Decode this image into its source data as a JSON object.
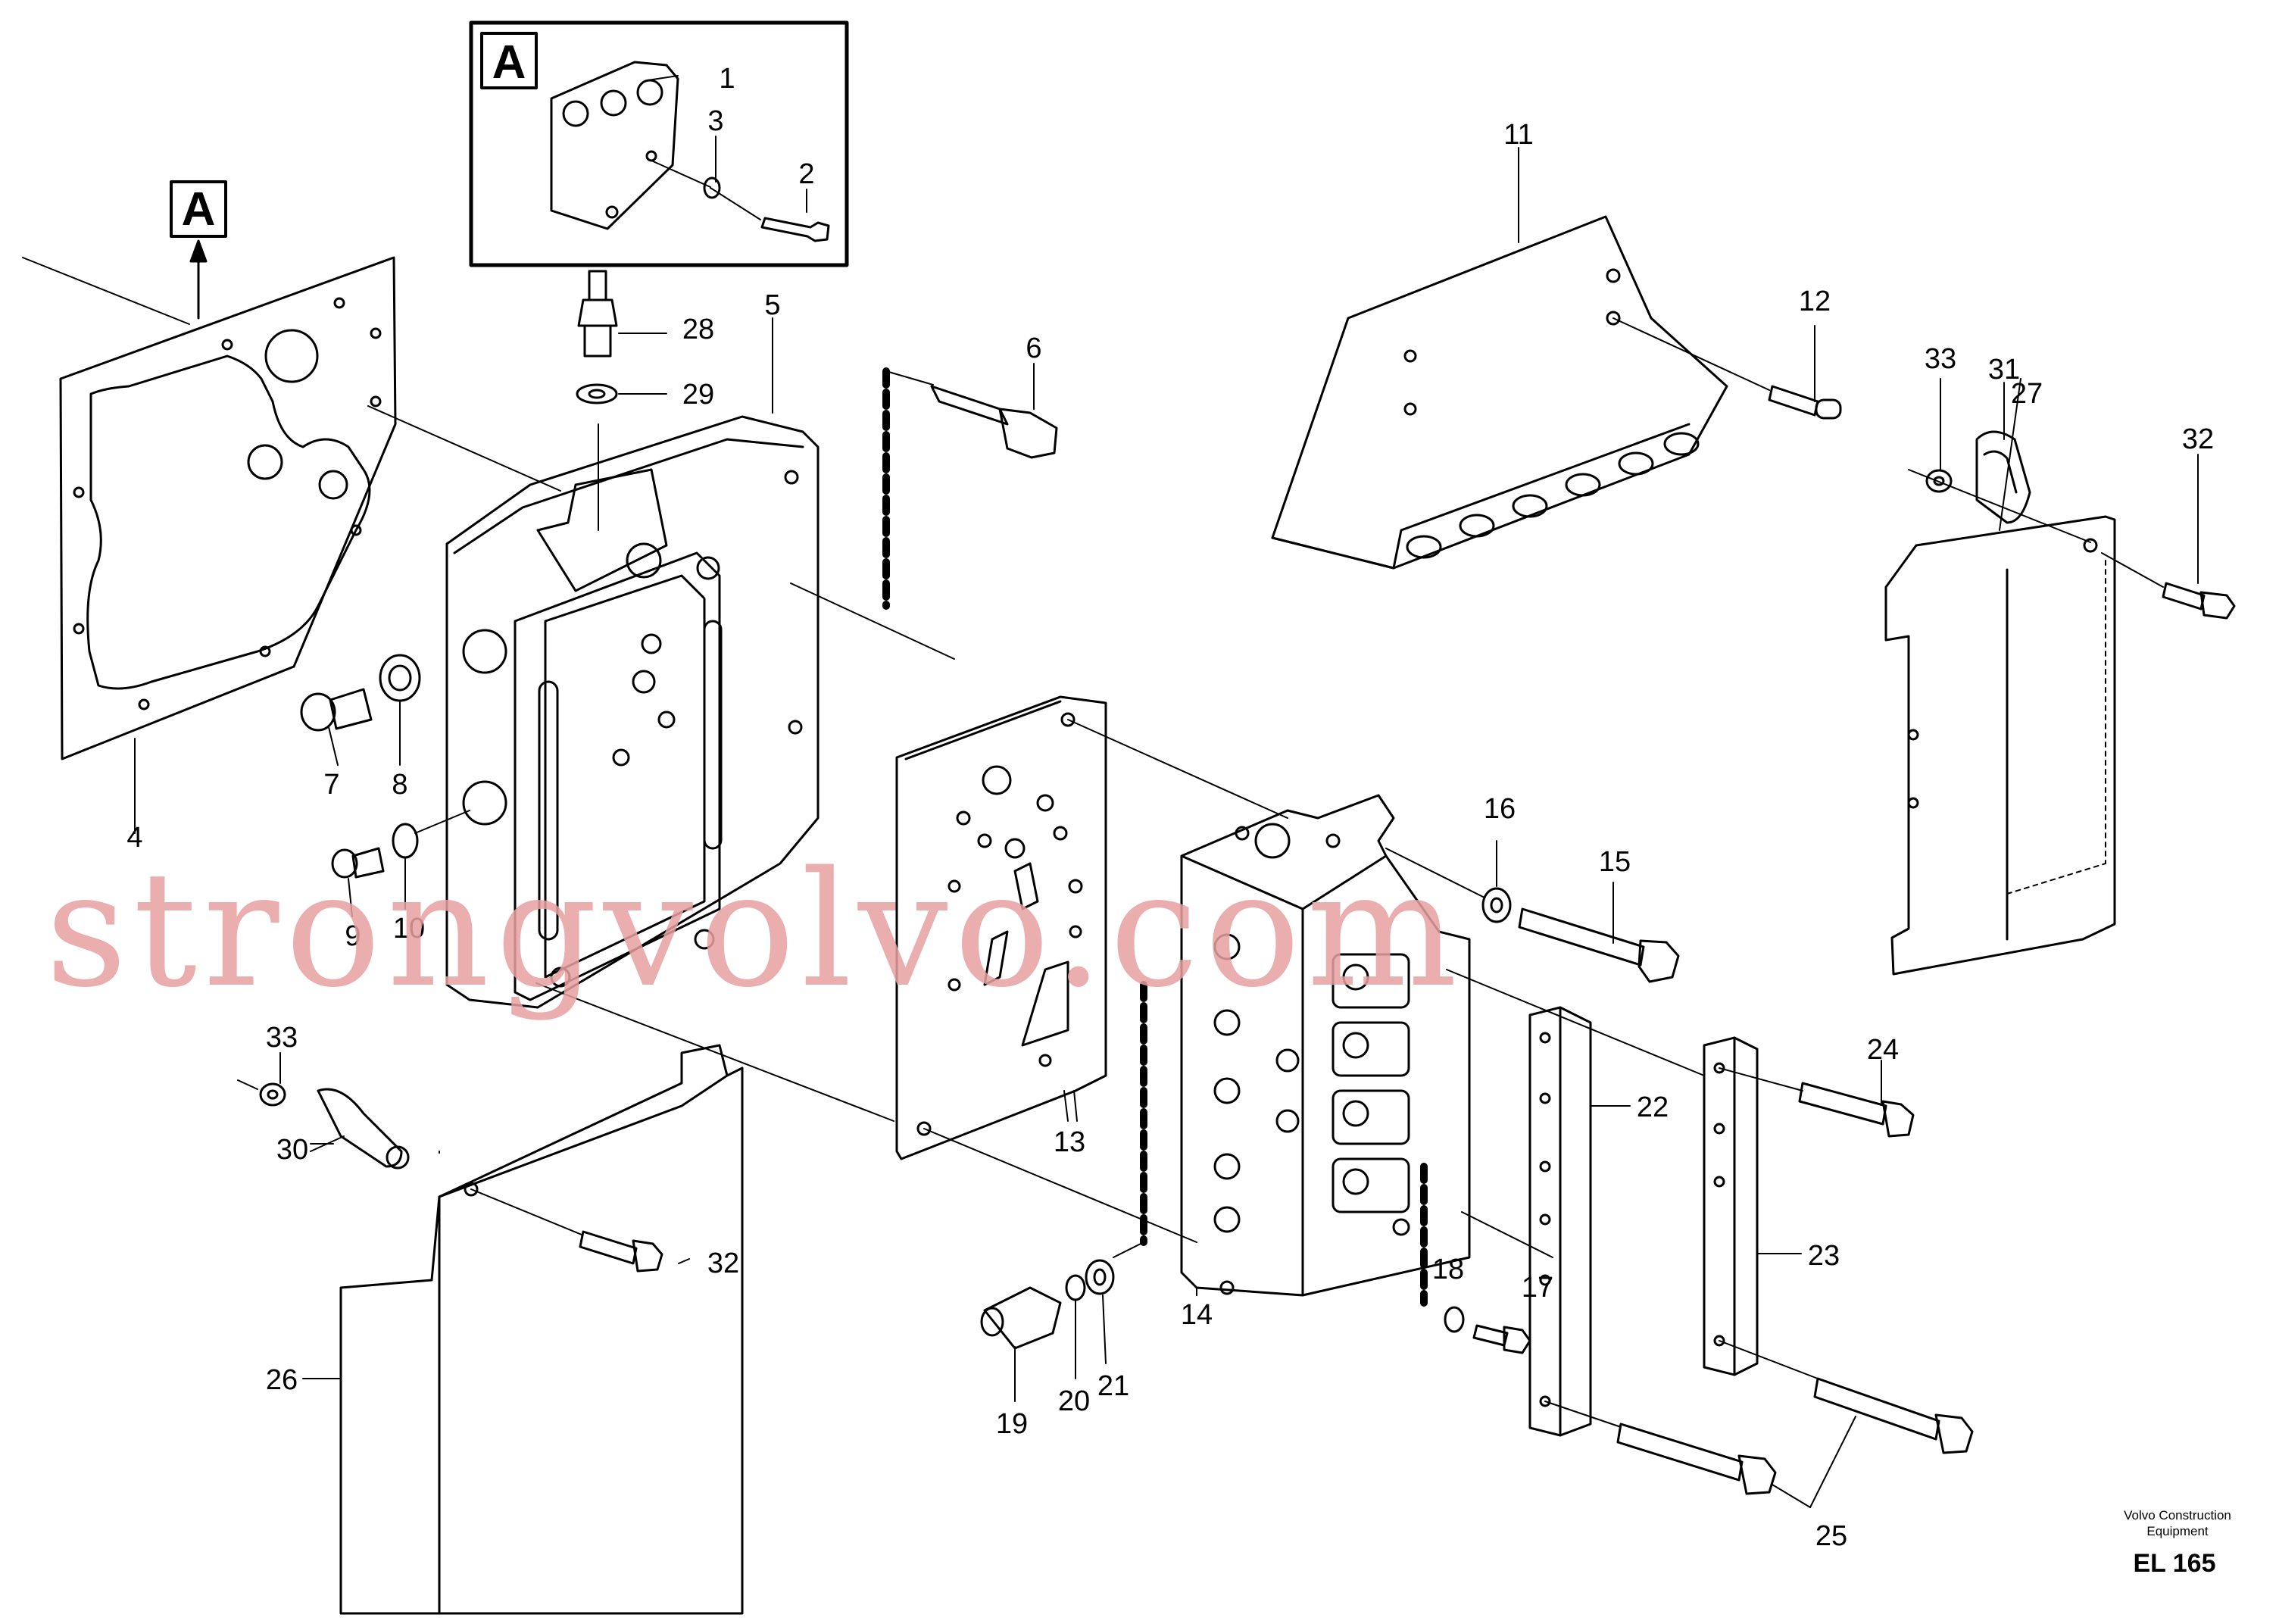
{
  "title_block": {
    "company": "Volvo Construction",
    "subtitle": "Equipment",
    "code": "EL 165"
  },
  "detail_tag": "A",
  "watermark": "strongvolvo.com",
  "callouts": [
    "1",
    "2",
    "3",
    "4",
    "5",
    "6",
    "7",
    "8",
    "9",
    "10",
    "11",
    "12",
    "13",
    "14",
    "15",
    "16",
    "17",
    "18",
    "19",
    "20",
    "21",
    "22",
    "23",
    "24",
    "25",
    "26",
    "27",
    "28",
    "29",
    "30",
    "31",
    "32",
    "33"
  ],
  "colors": {
    "ink": "#000000",
    "watermark": "#e8a1a1",
    "paper": "#ffffff"
  }
}
